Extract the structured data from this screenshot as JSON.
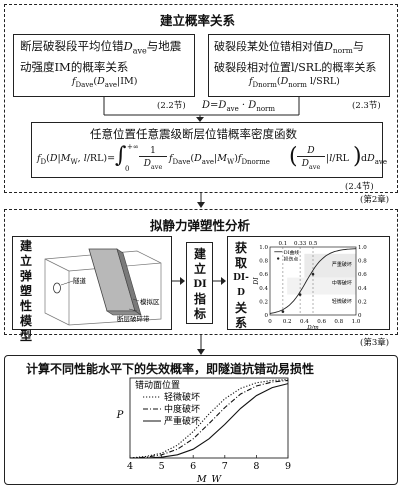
{
  "chapter2": {
    "title": "建立概率关系",
    "box_left": {
      "title_1": "断层破裂段平均位错",
      "title_1_sym": "D",
      "title_1_sub": "ave",
      "title_1_rest": "与地震",
      "title_2": "动强度IM的概率关系",
      "formula": "f_Dave(D_ave|IM)",
      "tag": "(2.2节)"
    },
    "box_right": {
      "title_1": "破裂段某处位错相对值",
      "title_1_sym": "D",
      "title_1_sub": "norm",
      "title_1_rest": "与",
      "title_2": "破裂段相对位置l/SRL的概率关系",
      "formula": "f_Dnorm(D_norm|l/SRL)",
      "tag": "(2.3节)"
    },
    "relation": "D = D_ave · D_norm",
    "box_bottom": {
      "title": "任意位置任意震级断层位错概率密度函数",
      "formula": "f_D(D|M_W, l/RL) = ∫_0^{+∞} (1/D_ave) f_Dave(D_ave|M_W) f_Dnorme(D/D_ave | l/RL) dD_ave",
      "tag": "(2.4节)"
    },
    "chapter_tag": "(第2章)"
  },
  "chapter3": {
    "title": "拟静力弹塑性分析",
    "step1_label": [
      "建",
      "立",
      "弹",
      "塑",
      "性",
      "模",
      "型"
    ],
    "model_labels": {
      "tunnel": "隧道",
      "fault_zone": "模拟区",
      "fault_trace": "断层破碎带"
    },
    "step2_label": [
      "建",
      "立",
      "DI",
      "指",
      "标"
    ],
    "step3_label": [
      "获",
      "取",
      "DI-D",
      "关",
      "系"
    ],
    "di_chart": {
      "x_ticks": [
        "0",
        "0.2",
        "0.4",
        "0.6",
        "0.8",
        "1.0"
      ],
      "top_ticks": [
        "0.1",
        "0.33",
        "0.5"
      ],
      "y_ticks_left": [
        "0",
        "0.2",
        "0.4",
        "0.6",
        "0.8",
        "1.0"
      ],
      "y_ticks_right": [
        "0",
        "0.2",
        "0.4",
        "0.6",
        "0.8",
        "1.0"
      ],
      "xlabel": "D/m",
      "ylabel": "DI",
      "legend": [
        "DI曲线",
        "损伤点"
      ],
      "zones": [
        "严重破坏",
        "中等破坏",
        "轻微破坏"
      ]
    },
    "chapter_tag": "(第3章)"
  },
  "chapter4": {
    "title": "计算不同性能水平下的失效概率，即隧道抗错动易损性",
    "legend_title": "错动面位置",
    "chart_data": {
      "type": "line",
      "xlabel": "M_W",
      "ylabel": "P",
      "x_ticks": [
        "4",
        "5",
        "6",
        "7",
        "8",
        "9"
      ],
      "xlim": [
        4,
        9
      ],
      "ylim": [
        0,
        1
      ],
      "series": [
        {
          "name": "轻微破坏",
          "style": "dotted",
          "x": [
            4.0,
            4.5,
            5.0,
            5.5,
            6.0,
            6.5,
            7.0,
            7.5,
            8.0,
            8.5,
            9.0
          ],
          "values": [
            0.0,
            0.02,
            0.06,
            0.16,
            0.33,
            0.55,
            0.74,
            0.87,
            0.94,
            0.97,
            0.98
          ]
        },
        {
          "name": "中度破坏",
          "style": "dashdot",
          "x": [
            4.0,
            4.5,
            5.0,
            5.5,
            6.0,
            6.5,
            7.0,
            7.5,
            8.0,
            8.5,
            9.0
          ],
          "values": [
            0.0,
            0.01,
            0.04,
            0.11,
            0.24,
            0.43,
            0.63,
            0.8,
            0.9,
            0.95,
            0.97
          ]
        },
        {
          "name": "严重破坏",
          "style": "solid",
          "x": [
            4.0,
            4.5,
            5.0,
            5.5,
            6.0,
            6.5,
            7.0,
            7.5,
            8.0,
            8.5,
            9.0
          ],
          "values": [
            0.0,
            0.0,
            0.01,
            0.04,
            0.11,
            0.24,
            0.42,
            0.62,
            0.78,
            0.88,
            0.93
          ]
        }
      ]
    }
  },
  "colors": {
    "line": "#222222",
    "model_fill": "#b8b8b8",
    "model_dark": "#7a7a7a",
    "zone_fill": "#e6e6e6"
  }
}
